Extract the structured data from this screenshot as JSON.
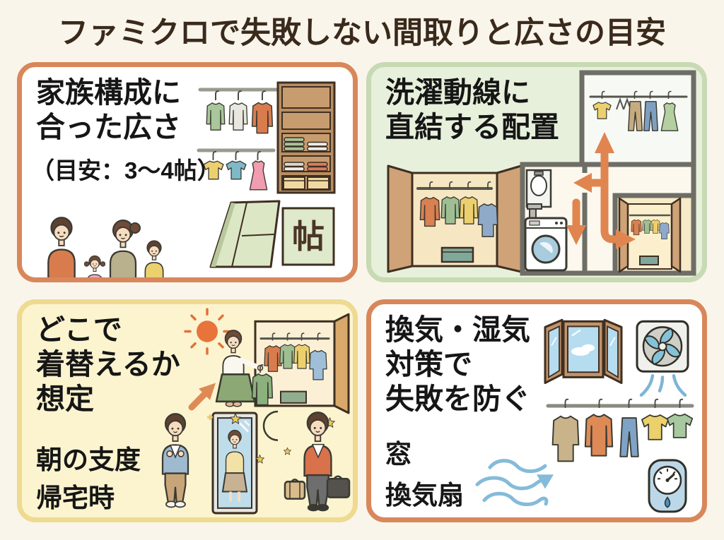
{
  "title": "ファミクロで失敗しない間取りと広さの目安",
  "panels": {
    "family_size": {
      "heading_line1": "家族構成に",
      "heading_line2": "合った広さ",
      "subheading": "（目安：3〜4帖）",
      "tatami_label": "帖"
    },
    "laundry_flow": {
      "heading_line1": "洗濯動線に",
      "heading_line2": "直結する配置"
    },
    "dressing_place": {
      "heading_line1": "どこで",
      "heading_line2": "着替えるか",
      "heading_line3": "想定",
      "label_morning": "朝の支度",
      "label_return": "帰宅時"
    },
    "ventilation": {
      "heading_line1": "換気・湿気",
      "heading_line2": "対策で",
      "heading_line3": "失敗を防ぐ",
      "label_window": "窓",
      "label_fan": "換気扇"
    }
  },
  "icons": [
    "hanging-clothes-icon",
    "shelf-icon",
    "family-icon",
    "tatami-icon",
    "closet-icon",
    "floor-plan-icon",
    "washing-machine-icon",
    "sink-icon",
    "flow-arrows-icon",
    "sun-icon",
    "mirror-icon",
    "moon-icon",
    "star-icon",
    "person-choosing-clothes-icon",
    "person-dressing-icon",
    "person-with-bags-icon",
    "window-icon",
    "exhaust-fan-icon",
    "wind-icon",
    "hygrometer-icon"
  ],
  "colors": {
    "page_bg": "#FAF5EB",
    "title_text": "#3A2A1C",
    "orange_border": "#D8875B",
    "green_border": "#C7DAB3",
    "green_panel_bg": "#E7F0DB",
    "yellow_border": "#EEDA90",
    "yellow_panel_bg": "#FBF4CF",
    "heading_text": "#161616",
    "flow_arrow": "#E0854F",
    "tatami_green": "#DCE7C6",
    "wind_blue": "#85BBD9",
    "wood_brown": "#C1946B"
  }
}
